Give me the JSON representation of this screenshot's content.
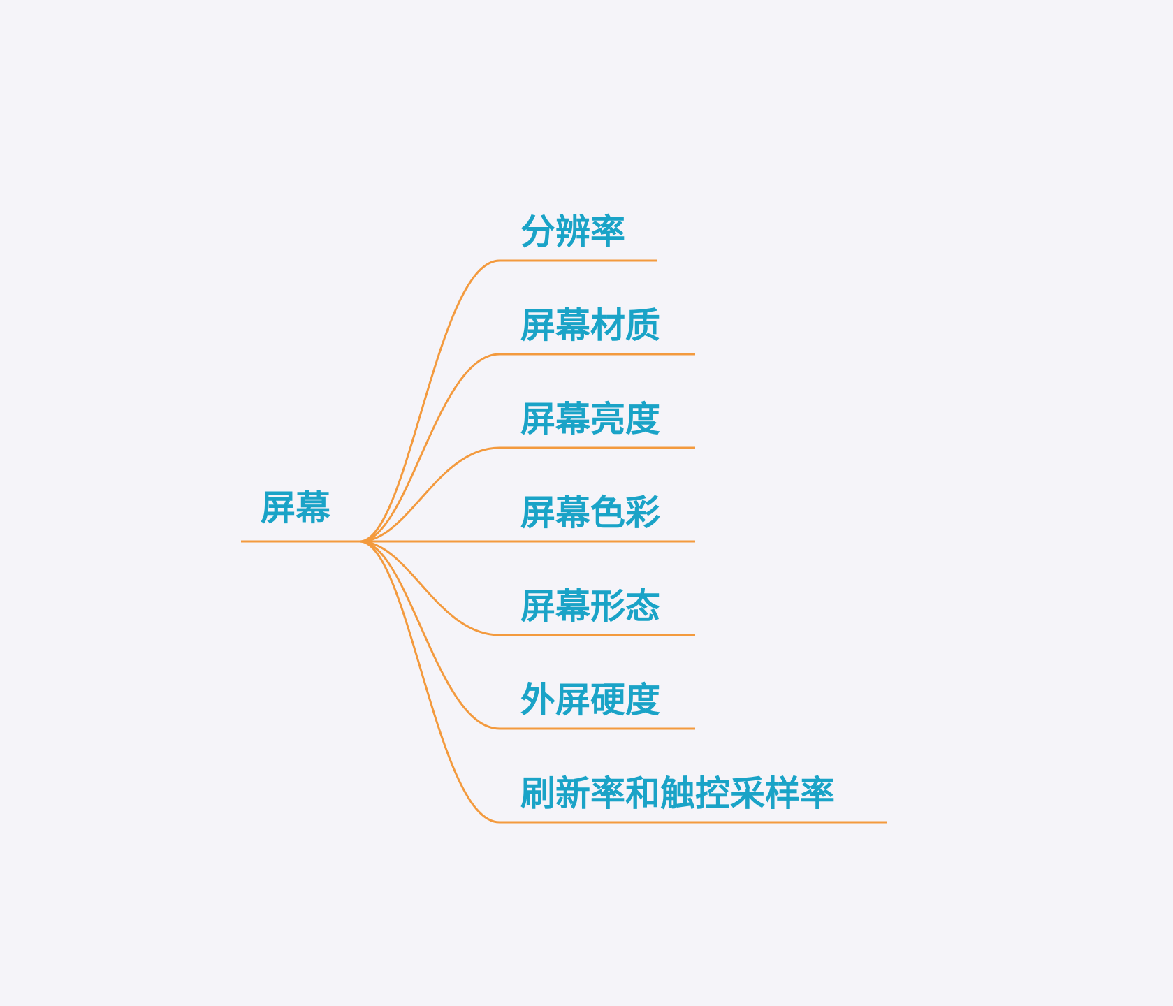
{
  "colors": {
    "background": "#f5f4f9",
    "branch_line": "#f39a3e",
    "label_text": "#1aa3c7"
  },
  "root": {
    "label": "屏幕"
  },
  "branches": [
    {
      "label": "分辨率"
    },
    {
      "label": "屏幕材质"
    },
    {
      "label": "屏幕亮度"
    },
    {
      "label": "屏幕色彩"
    },
    {
      "label": "屏幕形态"
    },
    {
      "label": "外屏硬度"
    },
    {
      "label": "刷新率和触控采样率"
    }
  ]
}
